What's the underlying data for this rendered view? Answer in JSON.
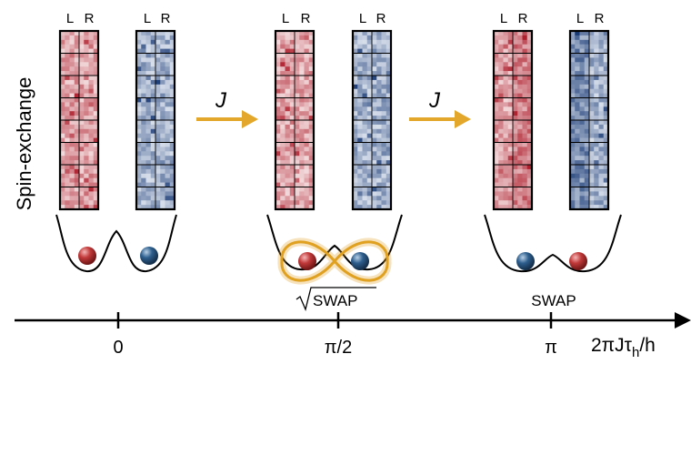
{
  "y_label": "Spin-exchange",
  "column_labels": {
    "left": "L",
    "right": "R"
  },
  "coupling_label": "J",
  "gate_labels": {
    "sqrt_swap": "SWAP",
    "swap": "SWAP"
  },
  "axis": {
    "variable": "2πJτ",
    "subscript": "h",
    "suffix": "/h",
    "ticks": [
      {
        "label": "0",
        "value": 0
      },
      {
        "label": "π/2",
        "value": 1.5708
      },
      {
        "label": "π",
        "value": 3.1416
      }
    ]
  },
  "stages": [
    {
      "phase": "0",
      "red_atom_well": "left",
      "blue_atom_well": "right",
      "entangled": false
    },
    {
      "phase": "π/2",
      "red_atom_well": "left",
      "blue_atom_well": "right",
      "entangled": true
    },
    {
      "phase": "π",
      "red_atom_well": "right",
      "blue_atom_well": "left",
      "entangled": false
    }
  ],
  "colors": {
    "red_atom": "#c23a3a",
    "blue_atom": "#2e5f8e",
    "arrow": "#e3a82b",
    "entanglement": "#e0a020",
    "axis": "#000000"
  }
}
